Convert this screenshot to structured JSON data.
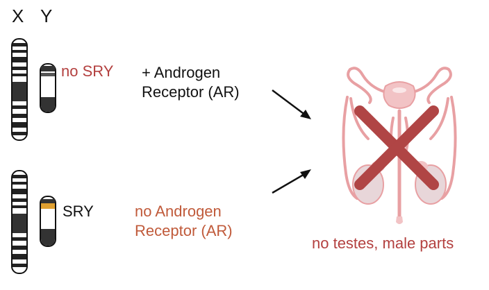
{
  "headers": {
    "x_label": "X",
    "y_label": "Y"
  },
  "top_row": {
    "sry_label": "no SRY",
    "ar_label_line1": "+ Androgen",
    "ar_label_line2": "Receptor (AR)"
  },
  "bottom_row": {
    "sry_label": "SRY",
    "ar_label_line1": "no Androgen",
    "ar_label_line2": "Receptor (AR)"
  },
  "result": {
    "caption": "no testes, male parts"
  },
  "colors": {
    "red_text": "#b3403f",
    "orange_text": "#c05a3a",
    "cross": "#b04545",
    "anatomy": "#e8a0a3",
    "sry_band": "#e0a030"
  }
}
